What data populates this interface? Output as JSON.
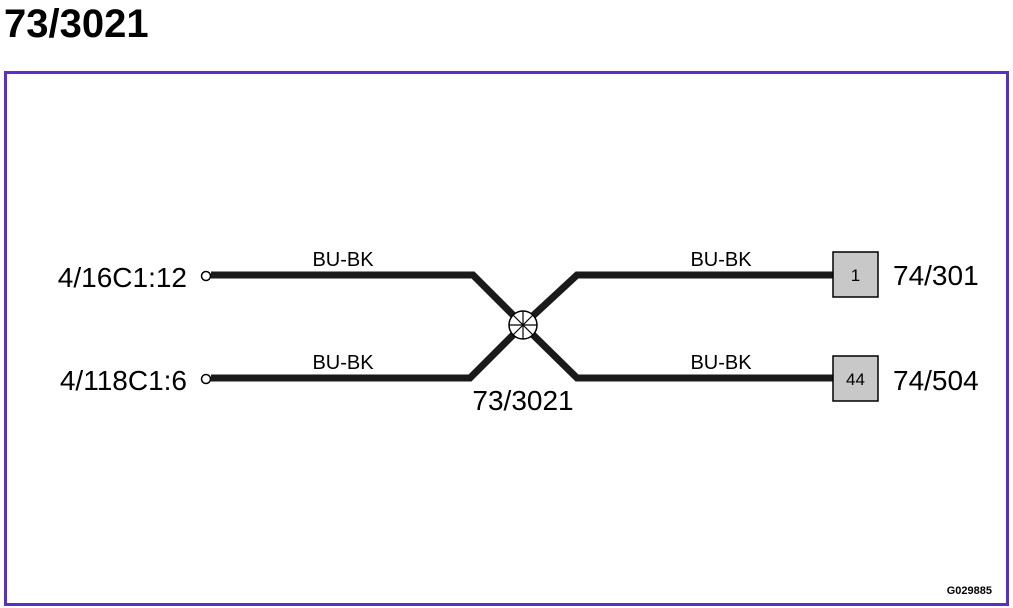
{
  "title": "73/3021",
  "reference": "G029885",
  "border_color": "#5b2fc9",
  "wire_color": "#1a1a1a",
  "connector_fill": "#c8c8c8",
  "left_terminals": [
    {
      "label": "4/16C1:12",
      "wire": "BU-BK"
    },
    {
      "label": "4/118C1:6",
      "wire": "BU-BK"
    }
  ],
  "right_terminals": [
    {
      "pin": "1",
      "label": "74/301",
      "wire": "BU-BK"
    },
    {
      "pin": "44",
      "label": "74/504",
      "wire": "BU-BK"
    }
  ],
  "splice": {
    "label": "73/3021"
  }
}
